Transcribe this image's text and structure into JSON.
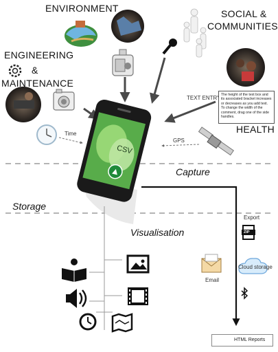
{
  "labels": {
    "environment": "ENVIRONMENT",
    "social": "SOCIAL &",
    "communities": "COMMUNITIES",
    "engineering": "ENGINEERING",
    "amp": "&",
    "maintenance": "MAINTENANCE",
    "health": "HEALTH",
    "text_entry": "TEXT ENTRY",
    "time": "Time",
    "gps": "GPS",
    "phone_screen": "CSV",
    "capture": "Capture",
    "storage": "Storage",
    "visualisation": "Visualisation",
    "export": "Export",
    "zip": "ZIP",
    "email": "Email",
    "cloud_storage": "Cloud storage",
    "html_reports": "HTML Reports"
  },
  "note_text": "The height of the text box and its associated bracket increases or decreases as you add text. To change the width of the comment, drag one of the side handles.",
  "colors": {
    "arrow": "#4a4a4a",
    "dash_line": "#888888",
    "flow_line": "#111111",
    "cloud": "#6fa8dc",
    "envelope": "#f4d9a6"
  },
  "icons": [
    "gear-icon",
    "camera-icon",
    "clock-icon",
    "video-camera-icon",
    "microphone-icon",
    "people-icon",
    "satellite-icon",
    "book-reader-icon",
    "image-icon",
    "speaker-icon",
    "film-icon",
    "clock-small-icon",
    "map-icon",
    "zip-icon",
    "email-icon",
    "cloud-icon",
    "bluetooth-icon",
    "globe-icon"
  ]
}
